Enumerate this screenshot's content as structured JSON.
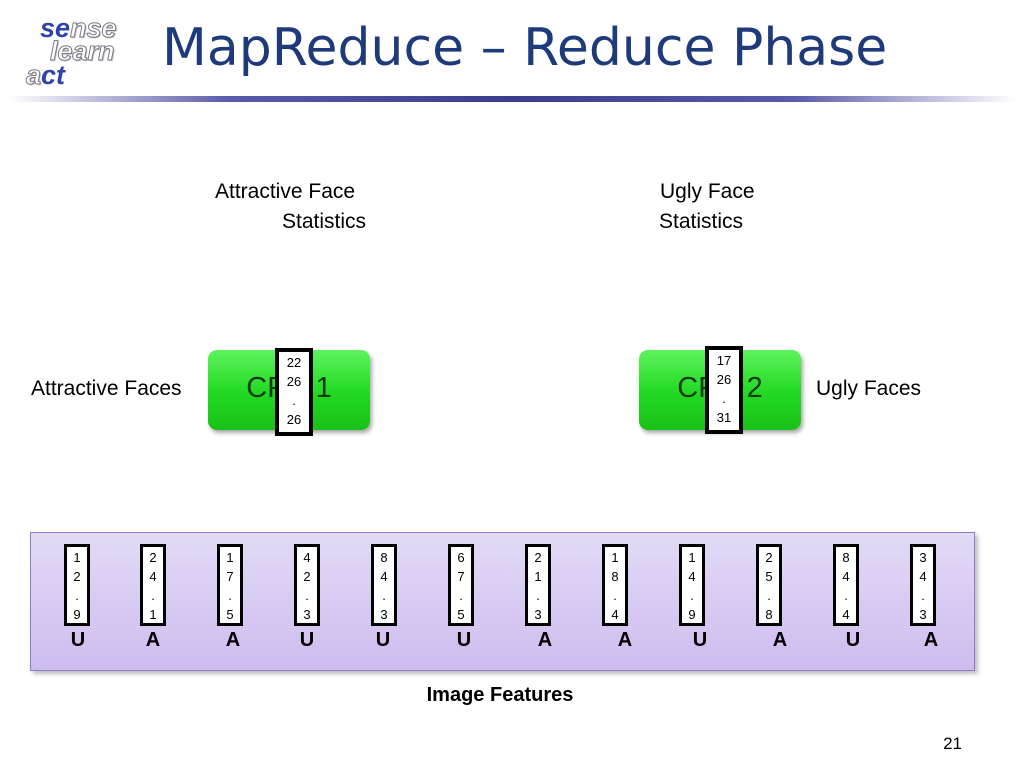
{
  "logo": {
    "line1_dark": "se",
    "line1_light": "nse",
    "line2": "learn",
    "line3_light": "a",
    "line3_dark": "ct"
  },
  "title": "MapReduce – Reduce Phase",
  "stats": {
    "attractive_title_line1": "Attractive Face",
    "attractive_title_line2": "Statistics",
    "ugly_title_line1": "Ugly Face",
    "ugly_title_line2": "Statistics"
  },
  "inputs": {
    "attractive": "Attractive Faces",
    "ugly": "Ugly Faces"
  },
  "cpus": [
    {
      "label": "CPU 1",
      "card": [
        "22",
        "26",
        ".",
        "26"
      ]
    },
    {
      "label": "CPU 2",
      "card": [
        "17",
        "26",
        ".",
        "31"
      ]
    }
  ],
  "features": [
    {
      "lines": [
        "1",
        "2",
        ".",
        "9"
      ],
      "label": "U"
    },
    {
      "lines": [
        "2",
        "4",
        ".",
        "1"
      ],
      "label": "A"
    },
    {
      "lines": [
        "1",
        "7",
        ".",
        "5"
      ],
      "label": "A"
    },
    {
      "lines": [
        "4",
        "2",
        ".",
        "3"
      ],
      "label": "U"
    },
    {
      "lines": [
        "8",
        "4",
        ".",
        "3"
      ],
      "label": "U"
    },
    {
      "lines": [
        "6",
        "7",
        ".",
        "5"
      ],
      "label": "U"
    },
    {
      "lines": [
        "2",
        "1",
        ".",
        "3"
      ],
      "label": "A"
    },
    {
      "lines": [
        "1",
        "8",
        ".",
        "4"
      ],
      "label": "A"
    },
    {
      "lines": [
        "1",
        "4",
        ".",
        "9"
      ],
      "label": "U"
    },
    {
      "lines": [
        "2",
        "5",
        ".",
        "8"
      ],
      "label": "A"
    },
    {
      "lines": [
        "8",
        "4",
        ".",
        "4"
      ],
      "label": "U"
    },
    {
      "lines": [
        "3",
        "4",
        ".",
        "3"
      ],
      "label": "A"
    }
  ],
  "caption": "Image Features",
  "page_number": "21",
  "colors": {
    "title": "#1f3a7a",
    "cpu_green": "#22d822",
    "panel": "#d8cdf3"
  }
}
